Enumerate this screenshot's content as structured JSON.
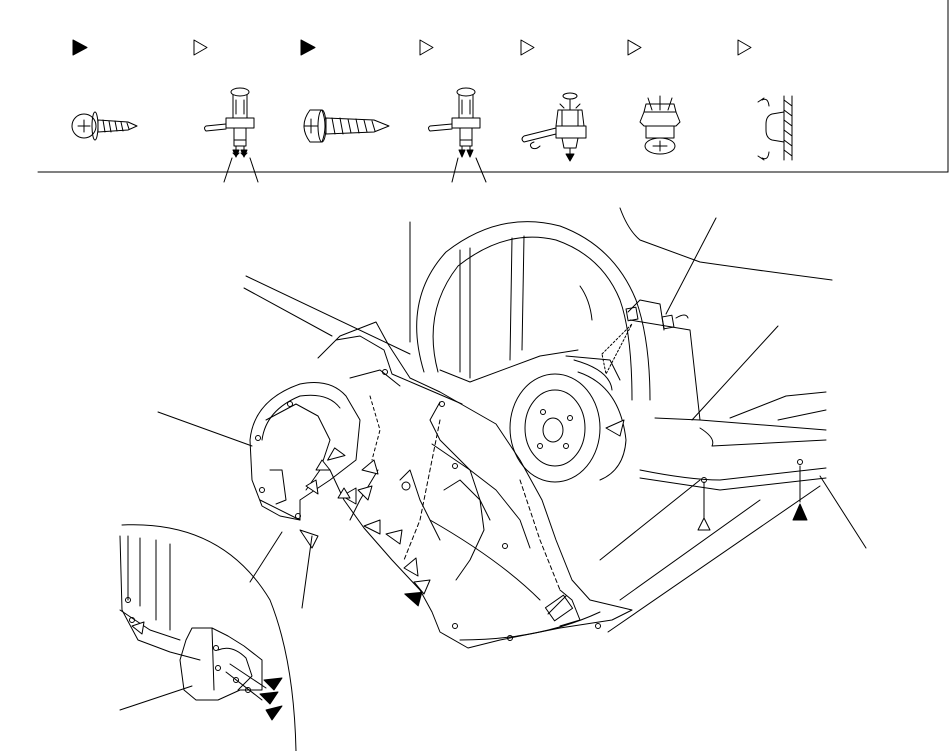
{
  "diagram": {
    "fastener_legend": {
      "markers": [
        {
          "kind": "filled-triangle"
        },
        {
          "kind": "outline-triangle"
        },
        {
          "kind": "filled-triangle"
        },
        {
          "kind": "outline-triangle"
        },
        {
          "kind": "outline-triangle"
        },
        {
          "kind": "outline-triangle"
        },
        {
          "kind": "outline-triangle"
        }
      ],
      "fasteners": [
        {
          "icon": "flange-tapping-screw-icon"
        },
        {
          "icon": "push-pin-clip-icon"
        },
        {
          "icon": "pan-head-tapping-screw-icon"
        },
        {
          "icon": "push-pin-clip-icon"
        },
        {
          "icon": "screw-grommet-clip-icon"
        },
        {
          "icon": "snap-clip-icon"
        },
        {
          "icon": "panel-clip-icon"
        }
      ]
    },
    "main_view": {
      "parts": [
        "fender-liner-front-icon",
        "fender-liner-rear-icon",
        "wheel-arch-icon",
        "brake-disc-icon",
        "side-sill-icon",
        "splash-shield-detail-icon"
      ]
    },
    "colors": {
      "line": "#000000",
      "background": "#ffffff"
    }
  }
}
